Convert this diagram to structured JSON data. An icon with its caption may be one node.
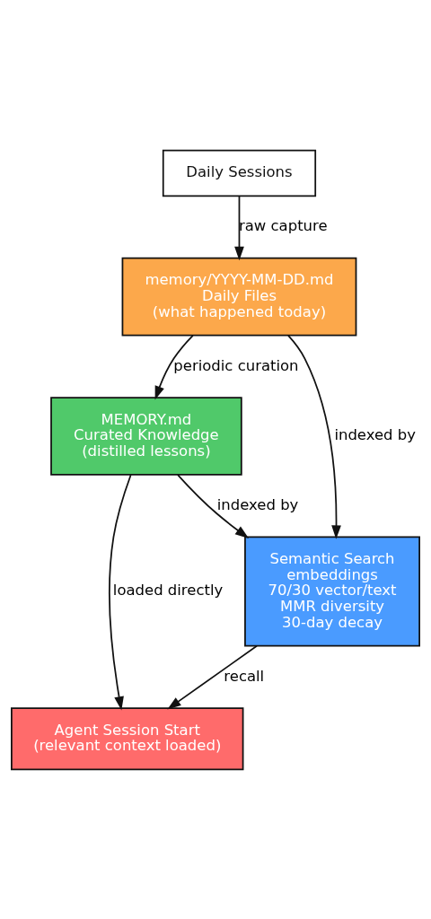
{
  "diagram": {
    "nodes": [
      {
        "text": [
          "Daily Sessions"
        ]
      },
      {
        "text": [
          "memory/YYYY-MM-DD.md",
          "Daily Files",
          "(what happened today)"
        ]
      },
      {
        "text": [
          "MEMORY.md",
          "Curated Knowledge",
          "(distilled lessons)"
        ]
      },
      {
        "text": [
          "Semantic Search",
          "embeddings",
          "70/30 vector/text",
          "MMR diversity",
          "30-day decay"
        ]
      },
      {
        "text": [
          "Agent Session Start",
          "(relevant context loaded)"
        ]
      }
    ],
    "edges": [
      {
        "from": 0,
        "to": 1,
        "arrow": "to",
        "label": "raw capture"
      },
      {
        "from": 1,
        "to": 3,
        "arrow": "to",
        "label": "indexed by"
      },
      {
        "from": 1,
        "to": 2,
        "arrow": "to",
        "label": "periodic curation"
      },
      {
        "from": 2,
        "to": 3,
        "arrow": "to",
        "label": "indexed by"
      },
      {
        "from": 2,
        "to": 4,
        "arrow": "to",
        "label": "loaded directly"
      },
      {
        "from": 3,
        "to": 4,
        "arrow": "to",
        "label": "recall"
      }
    ]
  }
}
